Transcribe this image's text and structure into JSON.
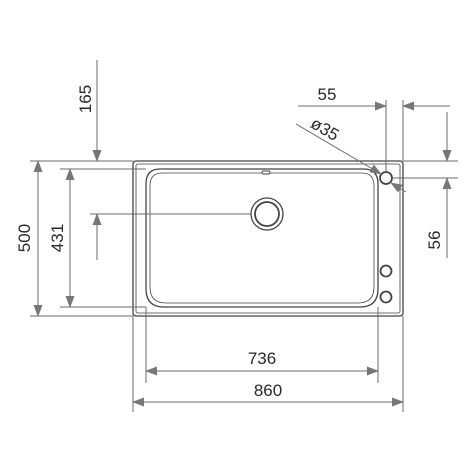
{
  "drawing": {
    "subject": "sink-plan-view",
    "units": "mm",
    "dimensions": {
      "overall_width": "860",
      "bowl_width": "736",
      "overall_depth": "500",
      "bowl_depth": "431",
      "drain_offset": "165",
      "tap_hole_offset_x": "55",
      "tap_hole_offset_y": "56",
      "tap_hole_diameter": "ø35"
    }
  }
}
